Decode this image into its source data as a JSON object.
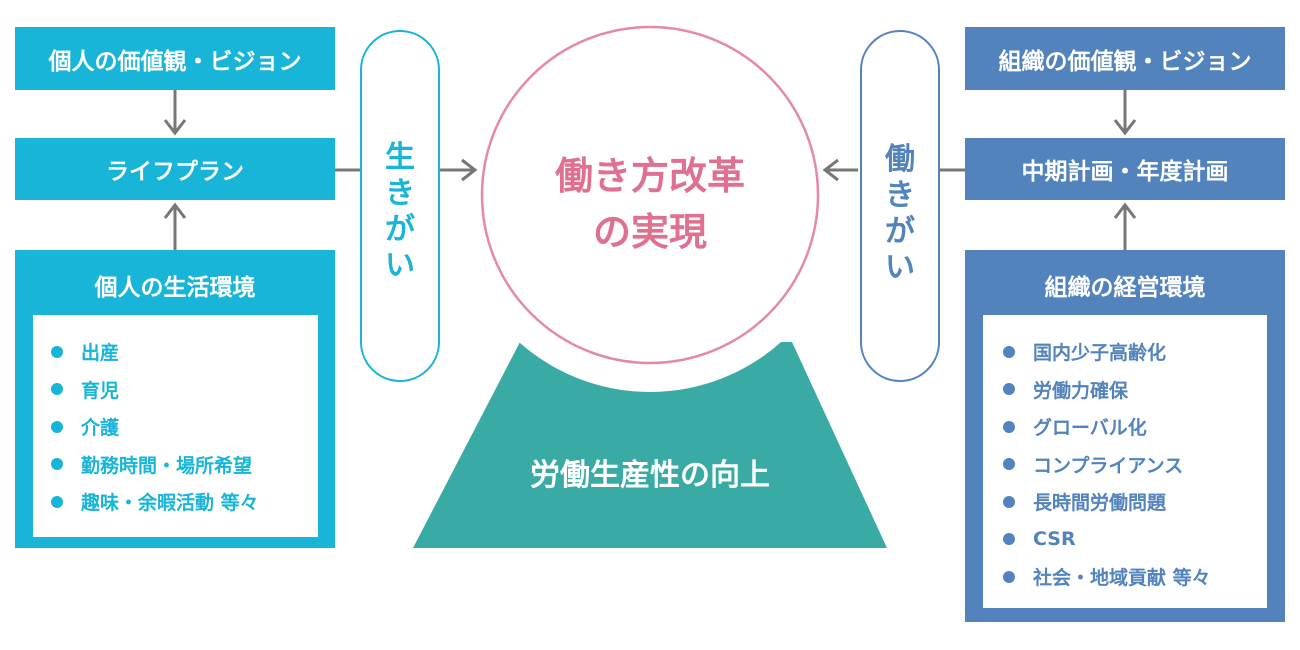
{
  "left": {
    "vision": "個人の価値観・ビジョン",
    "plan": "ライフプラン",
    "env_title": "個人の生活環境",
    "env_items": [
      "出産",
      "育児",
      "介護",
      "勤務時間・場所希望",
      "趣味・余暇活動 等々"
    ],
    "pill": [
      "生",
      "き",
      "が",
      "い"
    ],
    "color": "#19b5d9"
  },
  "right": {
    "vision": "組織の価値観・ビジョン",
    "plan": "中期計画・年度計画",
    "env_title": "組織の経営環境",
    "env_items": [
      "国内少子高齢化",
      "労働力確保",
      "グローバル化",
      "コンプライアンス",
      "長時間労働問題",
      "CSR",
      "社会・地域貢献 等々"
    ],
    "pill": [
      "働",
      "き",
      "が",
      "い"
    ],
    "color": "#5283bc"
  },
  "center": {
    "line1": "働き方改革",
    "line2": "の実現",
    "base": "労働生産性の向上",
    "pink": "#e0708f",
    "teal": "#3aaba4"
  }
}
